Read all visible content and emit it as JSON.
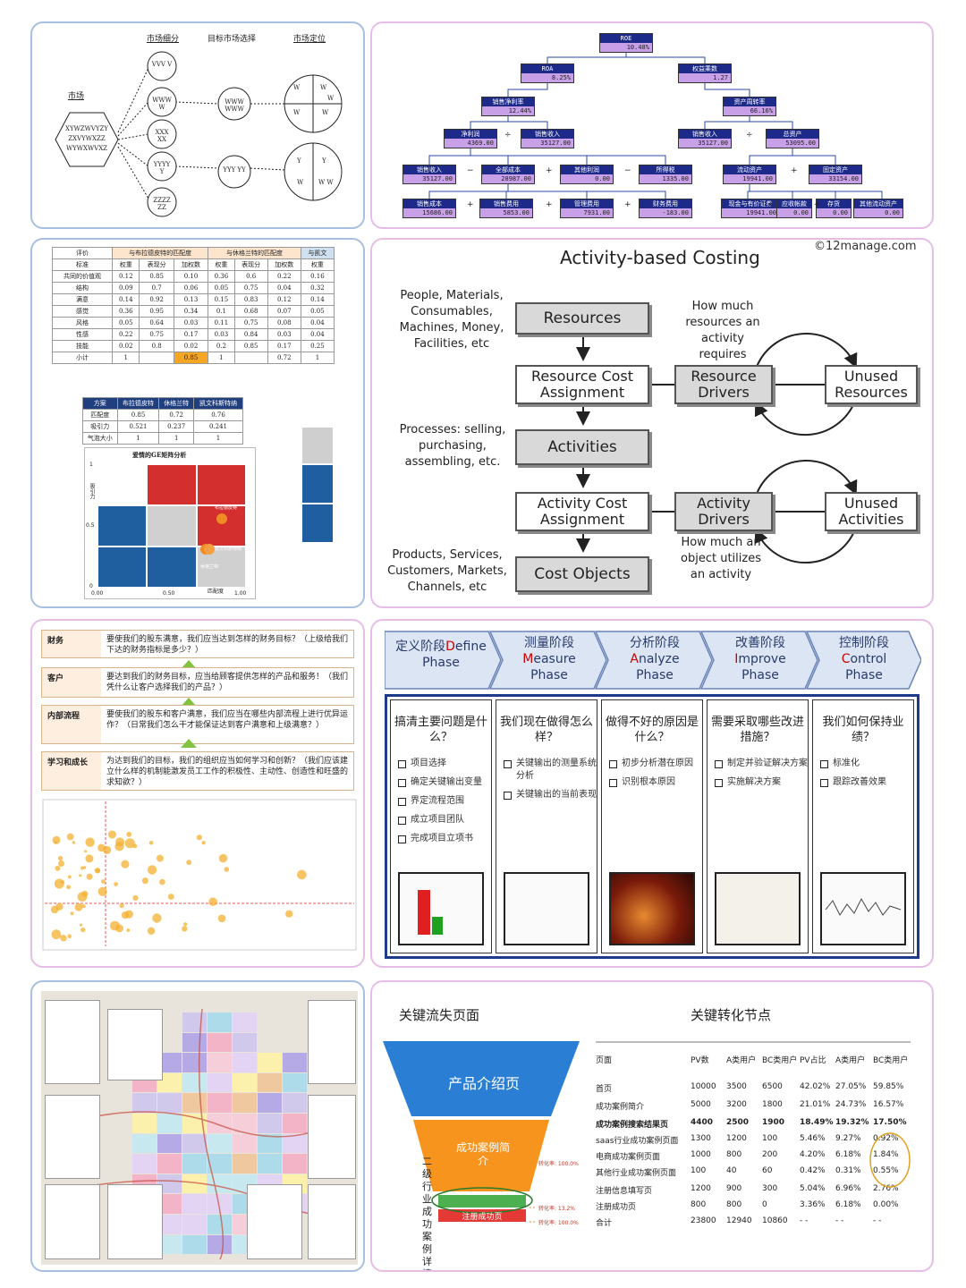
{
  "segmentation": {
    "headers": [
      "市场细分",
      "目标市场选择",
      "市场定位"
    ],
    "market_label": "市场",
    "market_lines": [
      "XYWZWVYZY",
      "ZXVYWXZZ",
      "WYWXWVXZ"
    ],
    "segments": [
      "VVV V",
      "WWW W",
      "XXX XX",
      "YYYY Y",
      "ZZZZ ZZ"
    ],
    "targets": [
      "WWW WWW",
      "YYY YY"
    ],
    "circle1": [
      "W",
      "W",
      "W",
      "W",
      "W"
    ],
    "circle2": [
      "Y",
      "Y",
      "W",
      "W W"
    ]
  },
  "roe_tree": {
    "nodes": [
      {
        "id": "roe",
        "label": "ROE",
        "value": "10.48%"
      },
      {
        "id": "roa",
        "label": "ROA",
        "value": "8.25%"
      },
      {
        "id": "em",
        "label": "权益乘数",
        "value": "1.27"
      },
      {
        "id": "npm",
        "label": "销售净利率",
        "value": "12.44%"
      },
      {
        "id": "at",
        "label": "资产周转率",
        "value": "66.16%"
      },
      {
        "id": "ni",
        "label": "净利润",
        "value": "4369.00"
      },
      {
        "id": "s1",
        "label": "销售收入",
        "value": "35127.00"
      },
      {
        "id": "s2",
        "label": "销售收入",
        "value": "35127.00"
      },
      {
        "id": "ta",
        "label": "总资产",
        "value": "53095.00"
      },
      {
        "id": "s3",
        "label": "销售收入",
        "value": "35127.00"
      },
      {
        "id": "tc",
        "label": "全部成本",
        "value": "28987.00"
      },
      {
        "id": "oi",
        "label": "其他利润",
        "value": "0.00"
      },
      {
        "id": "tax",
        "label": "所得税",
        "value": "1335.00"
      },
      {
        "id": "ca",
        "label": "流动资产",
        "value": "19941.00"
      },
      {
        "id": "fa",
        "label": "固定资产",
        "value": "33154.00"
      },
      {
        "id": "cogs",
        "label": "销售成本",
        "value": "15686.00"
      },
      {
        "id": "se",
        "label": "销售费用",
        "value": "5853.00"
      },
      {
        "id": "me",
        "label": "管理费用",
        "value": "7931.00"
      },
      {
        "id": "fe",
        "label": "财务费用",
        "value": "-183.00"
      },
      {
        "id": "cash",
        "label": "现金与有价证券",
        "value": "19941.00"
      },
      {
        "id": "ar",
        "label": "应收帐款",
        "value": "0.00"
      },
      {
        "id": "inv",
        "label": "存货",
        "value": "0.00"
      },
      {
        "id": "oca",
        "label": "其他流动资产",
        "value": "0.00"
      }
    ],
    "ops": [
      "÷",
      "÷",
      "−",
      "+",
      "−",
      "+",
      "+",
      "+",
      "+",
      "+",
      "+"
    ]
  },
  "ge_matrix": {
    "table1": {
      "group_headers": [
        "评价",
        "与布拉德皮特的匹配度",
        "与休格兰特的匹配度",
        "与凯文"
      ],
      "col_headers": [
        "标准",
        "权重",
        "表现分",
        "加权数",
        "权重",
        "表现分",
        "加权数",
        "权重"
      ],
      "rows": [
        [
          "共同的价值观",
          "0.12",
          "0.85",
          "0.10",
          "0.36",
          "0.6",
          "0.22",
          "0.16"
        ],
        [
          "结构",
          "0.09",
          "0.7",
          "0.06",
          "0.05",
          "0.75",
          "0.04",
          "0.32"
        ],
        [
          "满意",
          "0.14",
          "0.92",
          "0.13",
          "0.15",
          "0.83",
          "0.12",
          "0.14"
        ],
        [
          "感觉",
          "0.36",
          "0.95",
          "0.34",
          "0.1",
          "0.68",
          "0.07",
          "0.05"
        ],
        [
          "风格",
          "0.05",
          "0.64",
          "0.03",
          "0.11",
          "0.75",
          "0.08",
          "0.04"
        ],
        [
          "性感",
          "0.22",
          "0.75",
          "0.17",
          "0.03",
          "0.84",
          "0.03",
          "0.04"
        ],
        [
          "技能",
          "0.02",
          "0.8",
          "0.02",
          "0.2",
          "0.85",
          "0.17",
          "0.25"
        ],
        [
          "小计",
          "1",
          "",
          "0.85",
          "1",
          "",
          "0.72",
          "1"
        ]
      ]
    },
    "table2": {
      "headers": [
        "方案",
        "布拉德皮特",
        "休格兰特",
        "凯文科斯特纳"
      ],
      "rows": [
        [
          "匹配度",
          "0.85",
          "0.72",
          "0.76"
        ],
        [
          "吸引力",
          "0.521",
          "0.237",
          "0.241"
        ],
        [
          "气泡大小",
          "1",
          "1",
          "1"
        ]
      ]
    },
    "chart_title": "爱情的GE矩阵分析",
    "y_label": "吸引力",
    "x_label": "匹配度",
    "x_ticks": [
      "0.00",
      "0.50",
      "1.00"
    ],
    "y_ticks": [
      "1",
      "0.5",
      "0"
    ],
    "bubble_labels": [
      "布拉德皮特",
      "凯文科斯特纳",
      "休格兰特"
    ]
  },
  "abc": {
    "title": "Activity-based Costing",
    "brand": "©12manage.com",
    "resources": "Resources",
    "resources_desc": "People, Materials, Consumables, Machines, Money, Facilities, etc",
    "rca": "Resource Cost Assignment",
    "rd": "Resource Drivers",
    "rd_desc": "How much resources an activity requires",
    "unused_res": "Unused Resources",
    "activities": "Activities",
    "activities_desc": "Processes: selling, purchasing, assembling, etc.",
    "aca": "Activity Cost Assignment",
    "ad": "Activity Drivers",
    "unused_act": "Unused Activities",
    "ad_desc": "How much an object utilizes an activity",
    "cost_objects": "Cost Objects",
    "co_desc": "Products, Services, Customers, Markets, Channels, etc"
  },
  "bsc": {
    "rows": [
      {
        "key": "财务",
        "text": "要使我们的股东满意，我们应当达到怎样的财务目标？（上级给我们下达的财务指标是多少？）"
      },
      {
        "key": "客户",
        "text": "要达到我们的财务目标，应当给顾客提供怎样的产品和服务！（我们凭什么让客户选择我们的产品？）"
      },
      {
        "key": "内部流程",
        "text": "要使我们的股东和客户满意，我们应当在哪些内部流程上进行优异运作？（日常我们怎么干才能保证达到客户满意和上级满意？）"
      },
      {
        "key": "学习和成长",
        "text": "为达到我们的目标，我们的组织应当如何学习和创新？（我们应该建立什么样的机制能激发员工工作的积极性、主动性、创造性和旺盛的求知欲？）"
      }
    ]
  },
  "dmaic": {
    "phases": [
      {
        "cn": "定义阶段",
        "hl": "D",
        "rest": "efine",
        "en2": "Phase"
      },
      {
        "cn": "测量阶段",
        "hl": "M",
        "rest": "easure",
        "en2": "Phase"
      },
      {
        "cn": "分析阶段",
        "hl": "A",
        "rest": "nalyze",
        "en2": "Phase"
      },
      {
        "cn": "改善阶段",
        "hl": "I",
        "rest": "mprove",
        "en2": "Phase"
      },
      {
        "cn": "控制阶段",
        "hl": "C",
        "rest": "ontrol",
        "en2": "Phase"
      }
    ],
    "columns": [
      {
        "q": "搞清主要问题是什么？",
        "items": [
          "项目选择",
          "确定关键输出变量",
          "界定流程范围",
          "成立项目团队",
          "完成项目立项书"
        ]
      },
      {
        "q": "我们现在做得怎么样？",
        "items": [
          "关键输出的测量系统分析",
          "关键输出的当前表现"
        ]
      },
      {
        "q": "做得不好的原因是什么？",
        "items": [
          "初步分析潜在原因",
          "识别根本原因"
        ]
      },
      {
        "q": "需要采取哪些改进措施？",
        "items": [
          "制定并验证解决方案",
          "实施解决方案"
        ]
      },
      {
        "q": "我们如何保持业绩？",
        "items": [
          "标准化",
          "跟踪改善效果"
        ]
      }
    ]
  },
  "funnel": {
    "left_title": "关键流失页面",
    "right_title": "关键转化节点",
    "stage1": "产品介绍页",
    "stage2": "成功案例简介",
    "stage3": "注册成功页",
    "side_label": "二级行业成功案例详情",
    "conv1": "转化率: 100.0%",
    "conv2": "转化率: 13.2%",
    "conv3": "转化率: 100.0%",
    "headers": [
      "页面",
      "PV数",
      "A类用户",
      "BC类用户",
      "PV占比",
      "A类用户",
      "BC类用户"
    ],
    "rows": [
      [
        "首页",
        "10000",
        "3500",
        "6500",
        "42.02%",
        "27.05%",
        "59.85%"
      ],
      [
        "成功案例简介",
        "5000",
        "3200",
        "1800",
        "21.01%",
        "24.73%",
        "16.57%"
      ],
      [
        "成功案例搜索结果页",
        "4400",
        "2500",
        "1900",
        "18.49%",
        "19.32%",
        "17.50%"
      ],
      [
        "saas行业成功案例页面",
        "1300",
        "1200",
        "100",
        "5.46%",
        "9.27%",
        "0.92%"
      ],
      [
        "电商成功案例页面",
        "1000",
        "800",
        "200",
        "4.20%",
        "6.18%",
        "1.84%"
      ],
      [
        "其他行业成功案例页面",
        "100",
        "40",
        "60",
        "0.42%",
        "0.31%",
        "0.55%"
      ],
      [
        "注册信息填写页",
        "1200",
        "900",
        "300",
        "5.04%",
        "6.96%",
        "2.76%"
      ],
      [
        "注册成功页",
        "800",
        "800",
        "0",
        "3.36%",
        "6.18%",
        "0.00%"
      ],
      [
        "合计",
        "23800",
        "12940",
        "10860",
        "- -",
        "- -",
        "- -"
      ]
    ]
  }
}
